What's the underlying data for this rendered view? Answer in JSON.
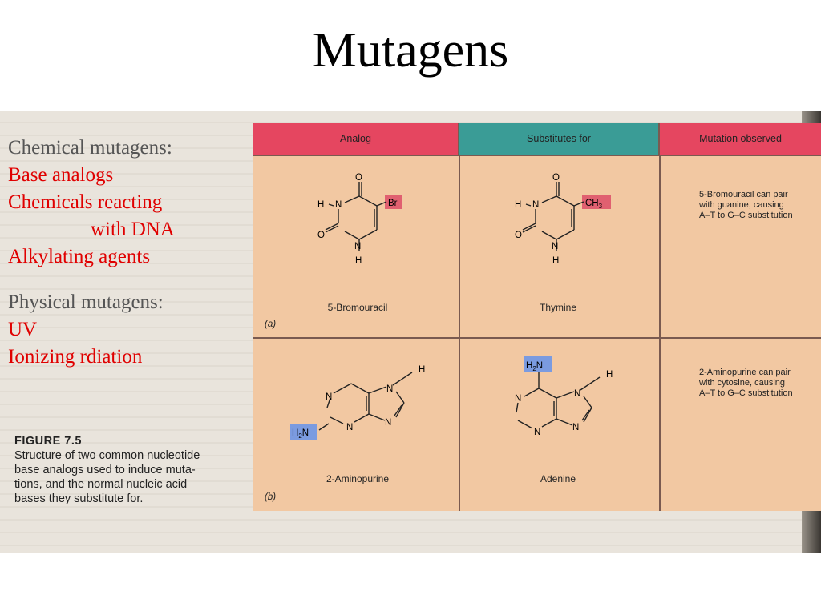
{
  "title": "Mutagens",
  "left": {
    "chemical_heading": "Chemical mutagens:",
    "base_analogs": "Base analogs",
    "chemicals_reacting": "Chemicals reacting",
    "with_dna": "with DNA",
    "alkylating": "Alkylating agents",
    "physical_heading": "Physical mutagens:",
    "uv": "UV",
    "ionizing": "Ionizing rdiation"
  },
  "caption": {
    "figure": "FIGURE 7.5",
    "line1": "Structure of two common nucleotide",
    "line2": "base analogs used to induce muta-",
    "line3": "tions, and the normal nucleic acid",
    "line4": "bases they substitute for."
  },
  "table": {
    "headers": [
      "Analog",
      "Substitutes for",
      "Mutation observed"
    ],
    "rows": [
      {
        "part": "(a)",
        "analog": "5-Bromouracil",
        "substitute": "Thymine",
        "observed": [
          "5-Bromouracil can pair",
          "with guanine, causing",
          "A–T to G–C substitution"
        ]
      },
      {
        "part": "(b)",
        "analog": "2-Aminopurine",
        "substitute": "Adenine",
        "observed": [
          "2-Aminopurine can pair",
          "with cytosine, causing",
          "A–T to G–C substitution"
        ]
      }
    ]
  },
  "atoms": {
    "H": "H",
    "N": "N",
    "O": "O",
    "Br": "Br",
    "CH3": "CH",
    "sub3": "3",
    "H2N_H": "H",
    "sub2": "2",
    "H2N_N": "N"
  },
  "colors": {
    "header_red": "#e54660",
    "header_teal": "#3a9c96",
    "cell": "#f2c8a2",
    "br_highlight": "#e06070",
    "nh2_highlight": "#7b9be0",
    "left_red": "#e00000"
  }
}
